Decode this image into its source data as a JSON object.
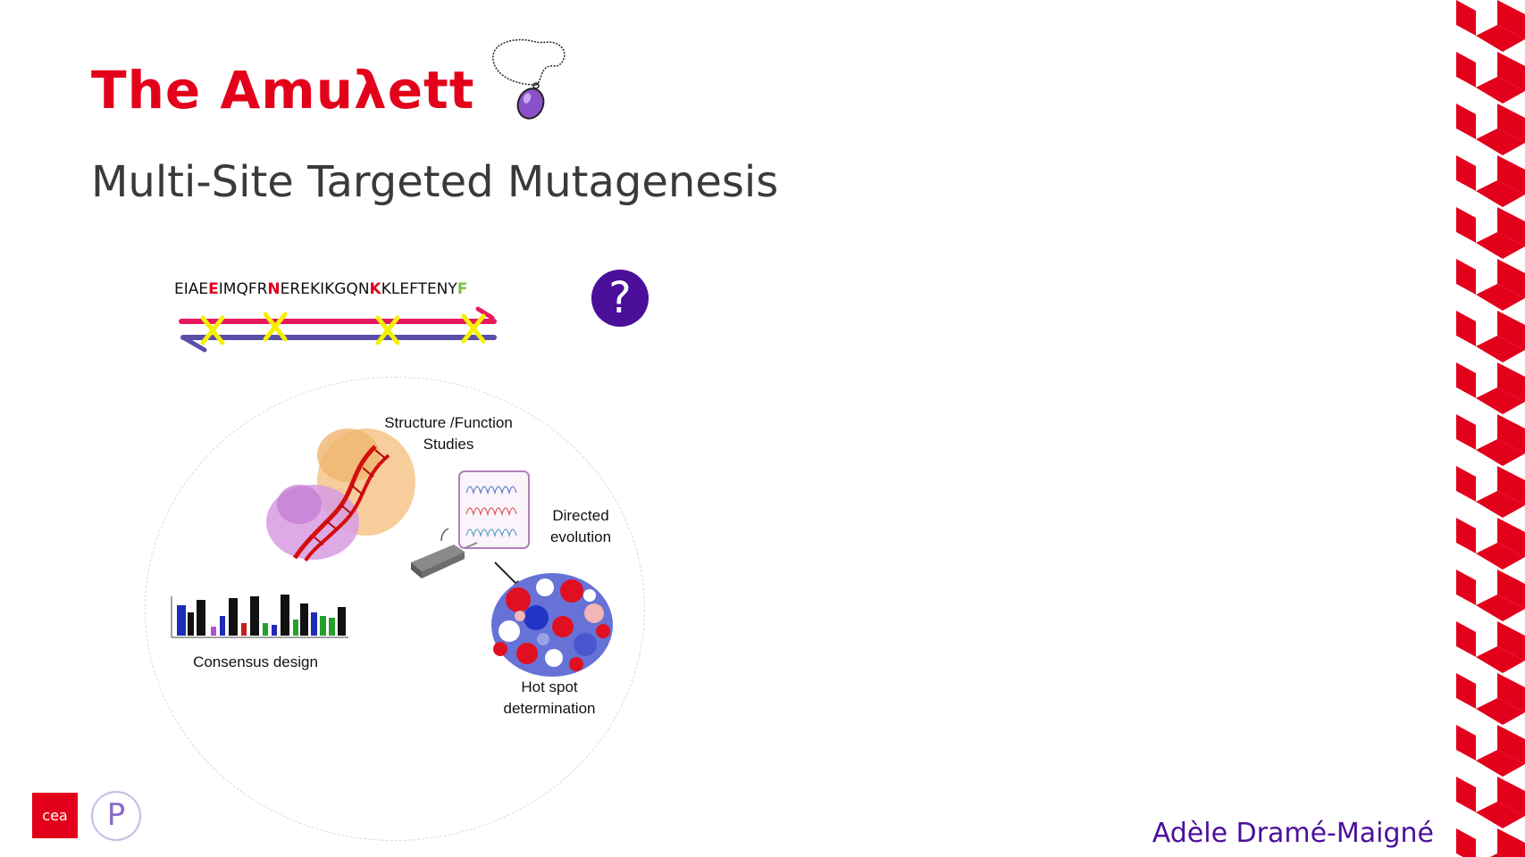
{
  "slide": {
    "title": "The Amuλett",
    "subtitle": "Multi-Site Targeted Mutagenesis",
    "author": "Adèle Dramé-Maigné"
  },
  "sequence": {
    "segments": [
      {
        "text": "EIAE",
        "style": "normal"
      },
      {
        "text": "E",
        "style": "red"
      },
      {
        "text": "IMQFR",
        "style": "normal"
      },
      {
        "text": "N",
        "style": "red"
      },
      {
        "text": "EREKIKGQN",
        "style": "normal"
      },
      {
        "text": "K",
        "style": "red"
      },
      {
        "text": "KLEFTENY",
        "style": "normal"
      },
      {
        "text": "F",
        "style": "green"
      }
    ]
  },
  "question_mark": "?",
  "figure": {
    "labels": {
      "structure": "Structure /Function\nStudies",
      "directed": "Directed\nevolution",
      "consensus": "Consensus design",
      "hotspot": "Hot spot\ndetermination"
    }
  },
  "logos": {
    "cea_text": "cea",
    "p_text": "P"
  },
  "colors": {
    "title_red": "#e3001b",
    "accent_purple": "#4b0f9a",
    "strand_pink": "#e8185f",
    "strand_blue": "#5a4fa8",
    "mark_yellow": "#f5f000"
  }
}
